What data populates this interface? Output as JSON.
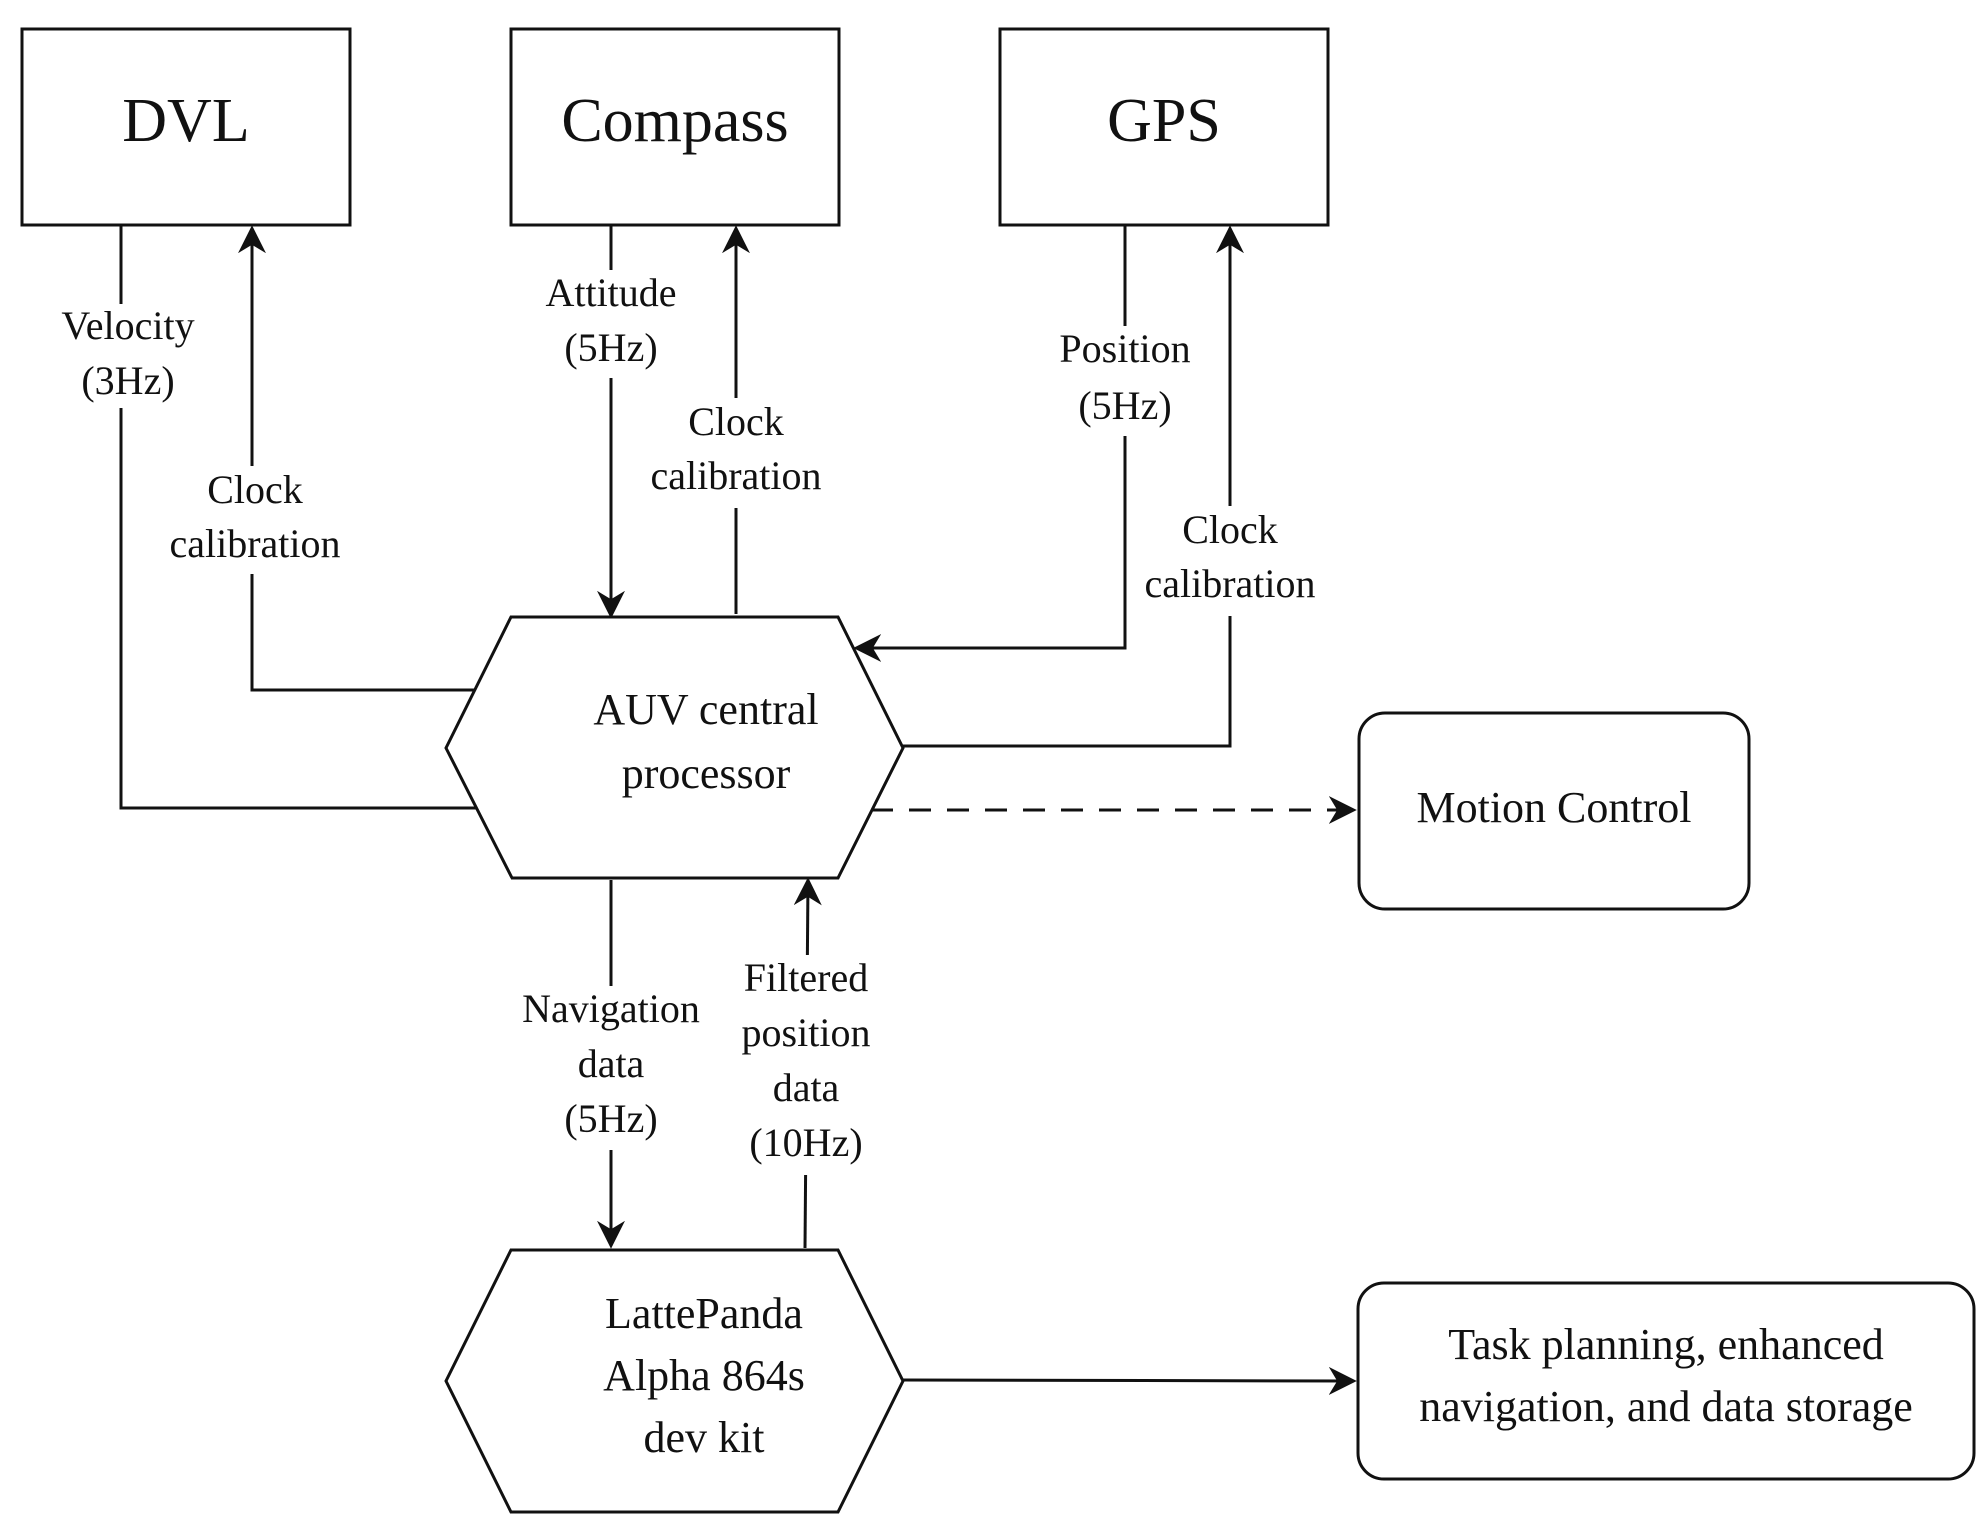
{
  "nodes": {
    "dvl": {
      "label": "DVL"
    },
    "compass": {
      "label": "Compass"
    },
    "gps": {
      "label": "GPS"
    },
    "auv": {
      "lines": [
        "AUV central",
        "processor"
      ]
    },
    "motion": {
      "label": "Motion Control"
    },
    "lattepanda": {
      "lines": [
        "LattePanda",
        "Alpha 864s",
        "dev kit"
      ]
    },
    "task": {
      "lines": [
        "Task planning, enhanced",
        "navigation, and data storage"
      ]
    }
  },
  "edges": {
    "dvl_velocity": {
      "lines": [
        "Velocity",
        "(3Hz)"
      ]
    },
    "dvl_clock": {
      "lines": [
        "Clock",
        "calibration"
      ]
    },
    "compass_attitude": {
      "lines": [
        "Attitude",
        "(5Hz)"
      ]
    },
    "compass_clock": {
      "lines": [
        "Clock",
        "calibration"
      ]
    },
    "gps_position": {
      "lines": [
        "Position",
        "(5Hz)"
      ]
    },
    "gps_clock": {
      "lines": [
        "Clock",
        "calibration"
      ]
    },
    "nav_data": {
      "lines": [
        "Navigation",
        "data",
        "(5Hz)"
      ]
    },
    "filtered": {
      "lines": [
        "Filtered",
        "position",
        "data",
        "(10Hz)"
      ]
    }
  }
}
